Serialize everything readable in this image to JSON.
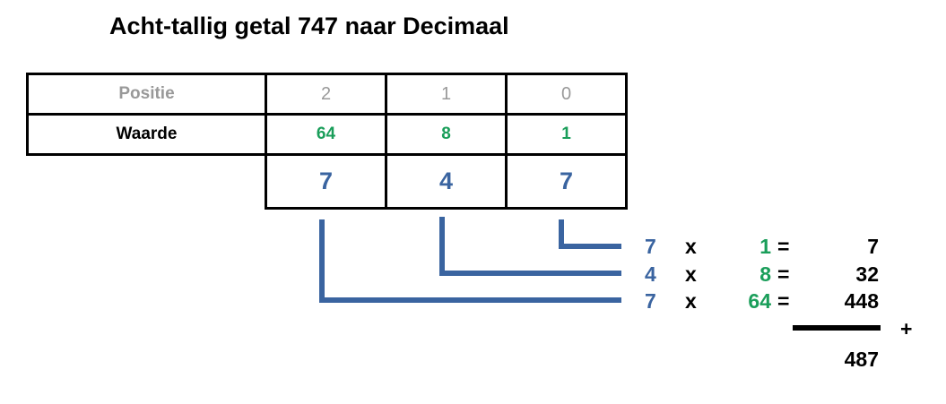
{
  "title": "Acht-tallig getal 747 naar Decimaal",
  "table": {
    "position_label": "Positie",
    "positions": [
      "2",
      "1",
      "0"
    ],
    "value_label": "Waarde",
    "weights": [
      "64",
      "8",
      "1"
    ],
    "digits": [
      "7",
      "4",
      "7"
    ]
  },
  "calculation": {
    "times_symbol": "x",
    "equals_symbol": "=",
    "rows": [
      {
        "digit": "7",
        "weight": "1",
        "product": "7"
      },
      {
        "digit": "4",
        "weight": "8",
        "product": "32"
      },
      {
        "digit": "7",
        "weight": "64",
        "product": "448"
      }
    ],
    "plus_symbol": "+",
    "total": "487"
  },
  "colors": {
    "digit_blue": "#3a64a0",
    "weight_green": "#1a9e5a",
    "position_gray": "#999999"
  }
}
